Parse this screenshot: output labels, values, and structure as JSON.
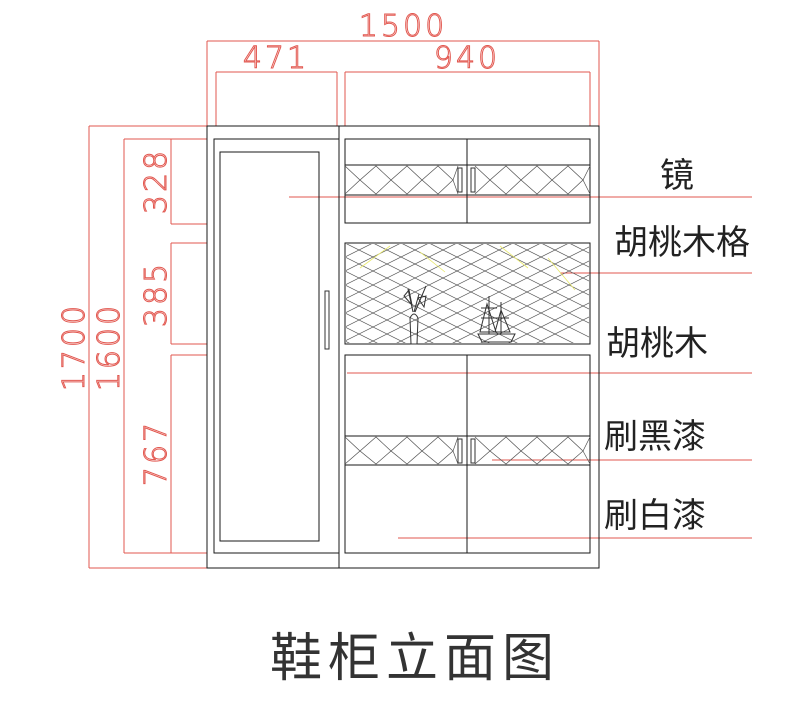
{
  "dimensions": {
    "total_width": "1500",
    "left_width": "471",
    "right_width": "940",
    "height_outer": "1700",
    "height_inner": "1600",
    "seg_top": "328",
    "seg_mid": "385",
    "seg_bottom": "767"
  },
  "labels": {
    "mirror": "镜",
    "walnut_lattice": "胡桃木格",
    "walnut": "胡桃木",
    "black_paint": "刷黑漆",
    "white_paint": "刷白漆"
  },
  "title": "鞋柜立面图",
  "colors": {
    "dimension_line": "#e2574f",
    "outline": "#1a1a1a",
    "highlight": "#e8e86a"
  }
}
